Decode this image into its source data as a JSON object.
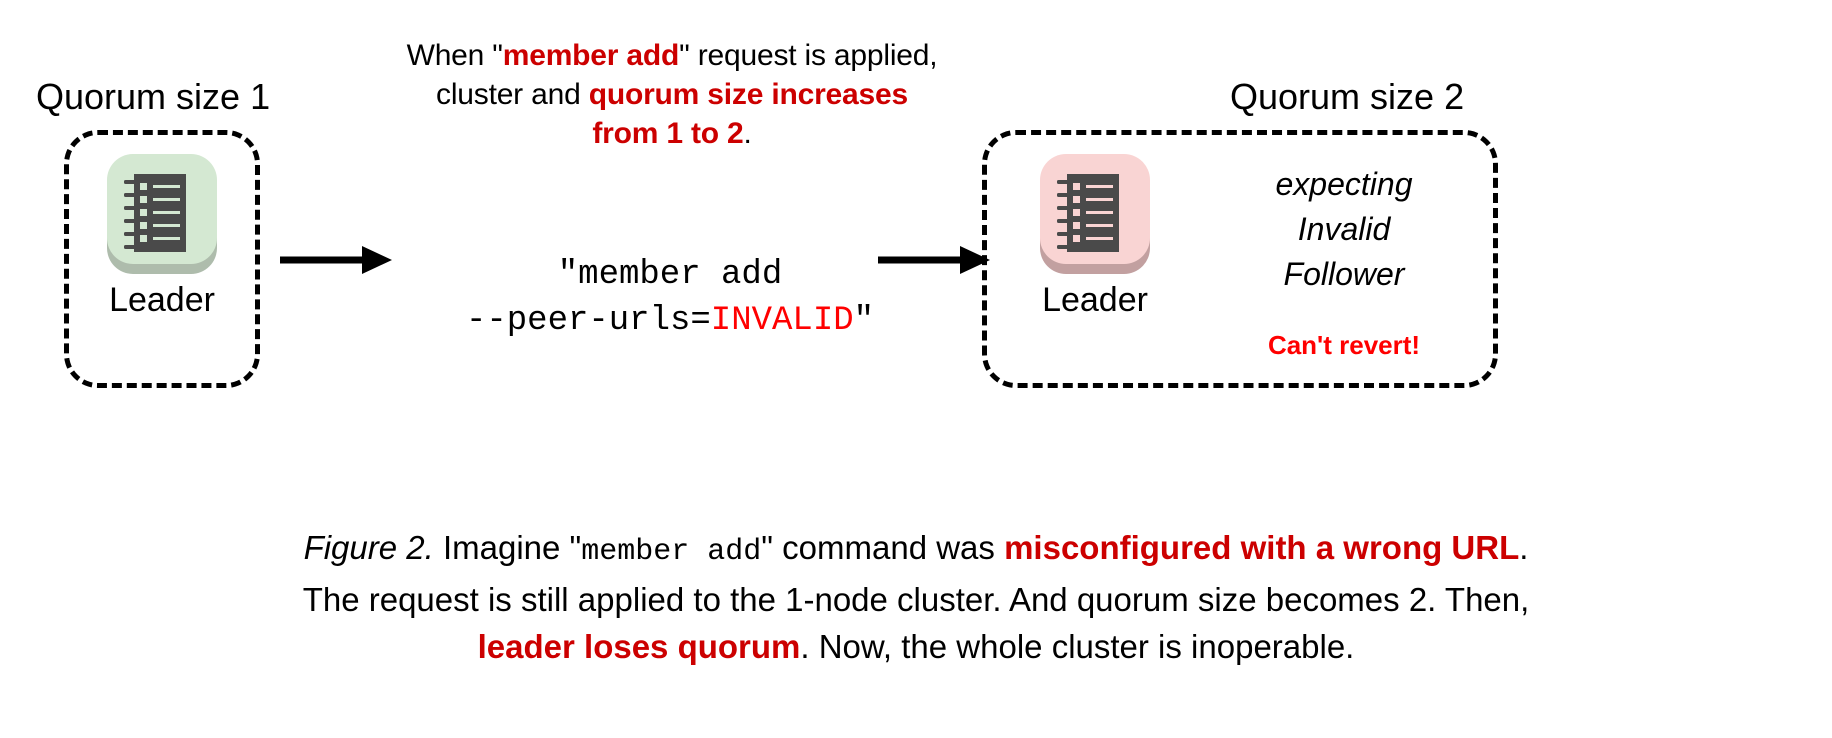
{
  "diagram": {
    "top_note": {
      "line1_a": "When \"",
      "line1_b": "member add",
      "line1_c": "\" request is applied,",
      "line2_a": "cluster and ",
      "line2_b": "quorum size increases",
      "line3_b": "from 1 to 2",
      "line3_c": "."
    },
    "left_cluster": {
      "title": "Quorum size 1",
      "node_label": "Leader",
      "icon_name": "ledger-icon",
      "icon_color": "#d4e8d2",
      "icon_shadow_color": "#aebcac"
    },
    "right_cluster": {
      "title": "Quorum size 2",
      "node_label": "Leader",
      "icon_name": "ledger-icon",
      "icon_color": "#f9d4d3",
      "icon_shadow_color": "#c2a0a0",
      "follower_line1": "expecting",
      "follower_line2": "Invalid",
      "follower_line3": "Follower",
      "warning": "Can't revert!"
    },
    "command": {
      "line1": "\"member add",
      "line2_prefix": "--peer-urls=",
      "line2_invalid": "INVALID",
      "line2_suffix": "\""
    },
    "arrows": {
      "left_arrow_name": "right-arrow-icon",
      "right_arrow_name": "right-arrow-icon"
    },
    "caption": {
      "figure_label": "Figure 2.",
      "seg1": " Imagine \"",
      "seg2_mono": "member add",
      "seg3": "\" command was ",
      "seg4_red": "misconfigured with a wrong URL",
      "seg5": ".",
      "line2": "The request is still applied to the 1-node cluster. And quorum size becomes 2. Then,",
      "line3_red": "leader loses quorum",
      "line3_tail": ". Now, the whole cluster is inoperable."
    },
    "colors": {
      "accent_red": "#cc0000",
      "bright_red": "#ff0000",
      "ink": "#000000",
      "background": "#ffffff"
    }
  }
}
